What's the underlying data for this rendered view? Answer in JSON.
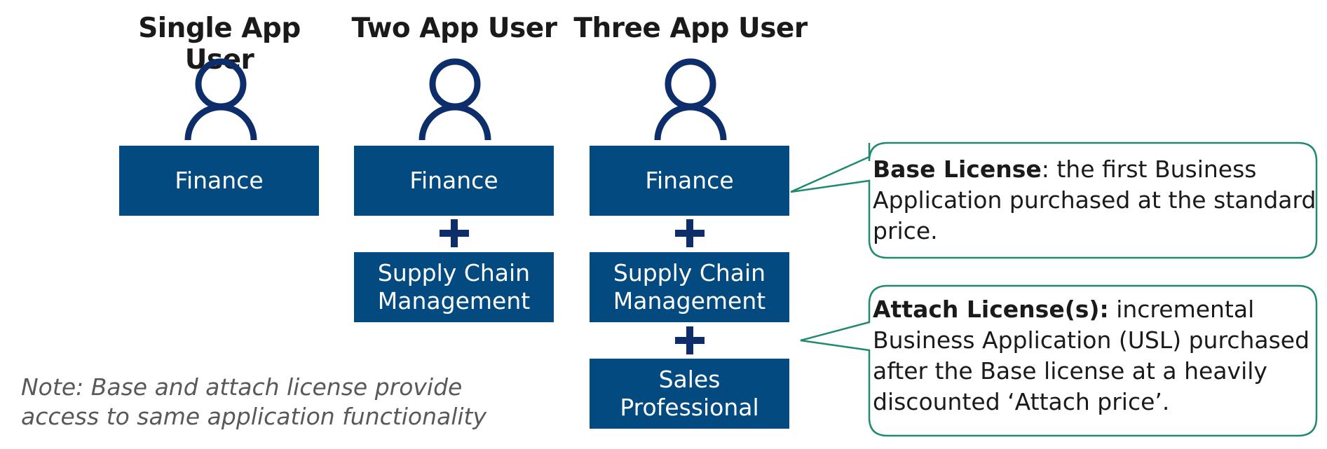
{
  "columns": [
    {
      "title": "Single App User",
      "boxes": [
        "Finance"
      ]
    },
    {
      "title": "Two App User",
      "boxes": [
        "Finance",
        "Supply Chain\nManagement"
      ]
    },
    {
      "title": "Three App User",
      "boxes": [
        "Finance",
        "Supply Chain\nManagement",
        "Sales\nProfessional"
      ]
    }
  ],
  "callouts": {
    "base": {
      "term": "Base License",
      "sep": ":",
      "text": " the first Business Application purchased at the standard price."
    },
    "attach": {
      "term": "Attach License(s):",
      "sep": "",
      "text": " incremental Business Application (USL) purchased after the Base license at a heavily discounted ‘Attach price’."
    }
  },
  "note": {
    "line1": "Note: Base and attach license provide",
    "line2": "access to same application functionality"
  },
  "colors": {
    "box": "#034a80",
    "callout_border": "#1f8a6e",
    "icon": "#0d2d6b"
  },
  "icons": [
    "user-icon",
    "plus-icon"
  ]
}
